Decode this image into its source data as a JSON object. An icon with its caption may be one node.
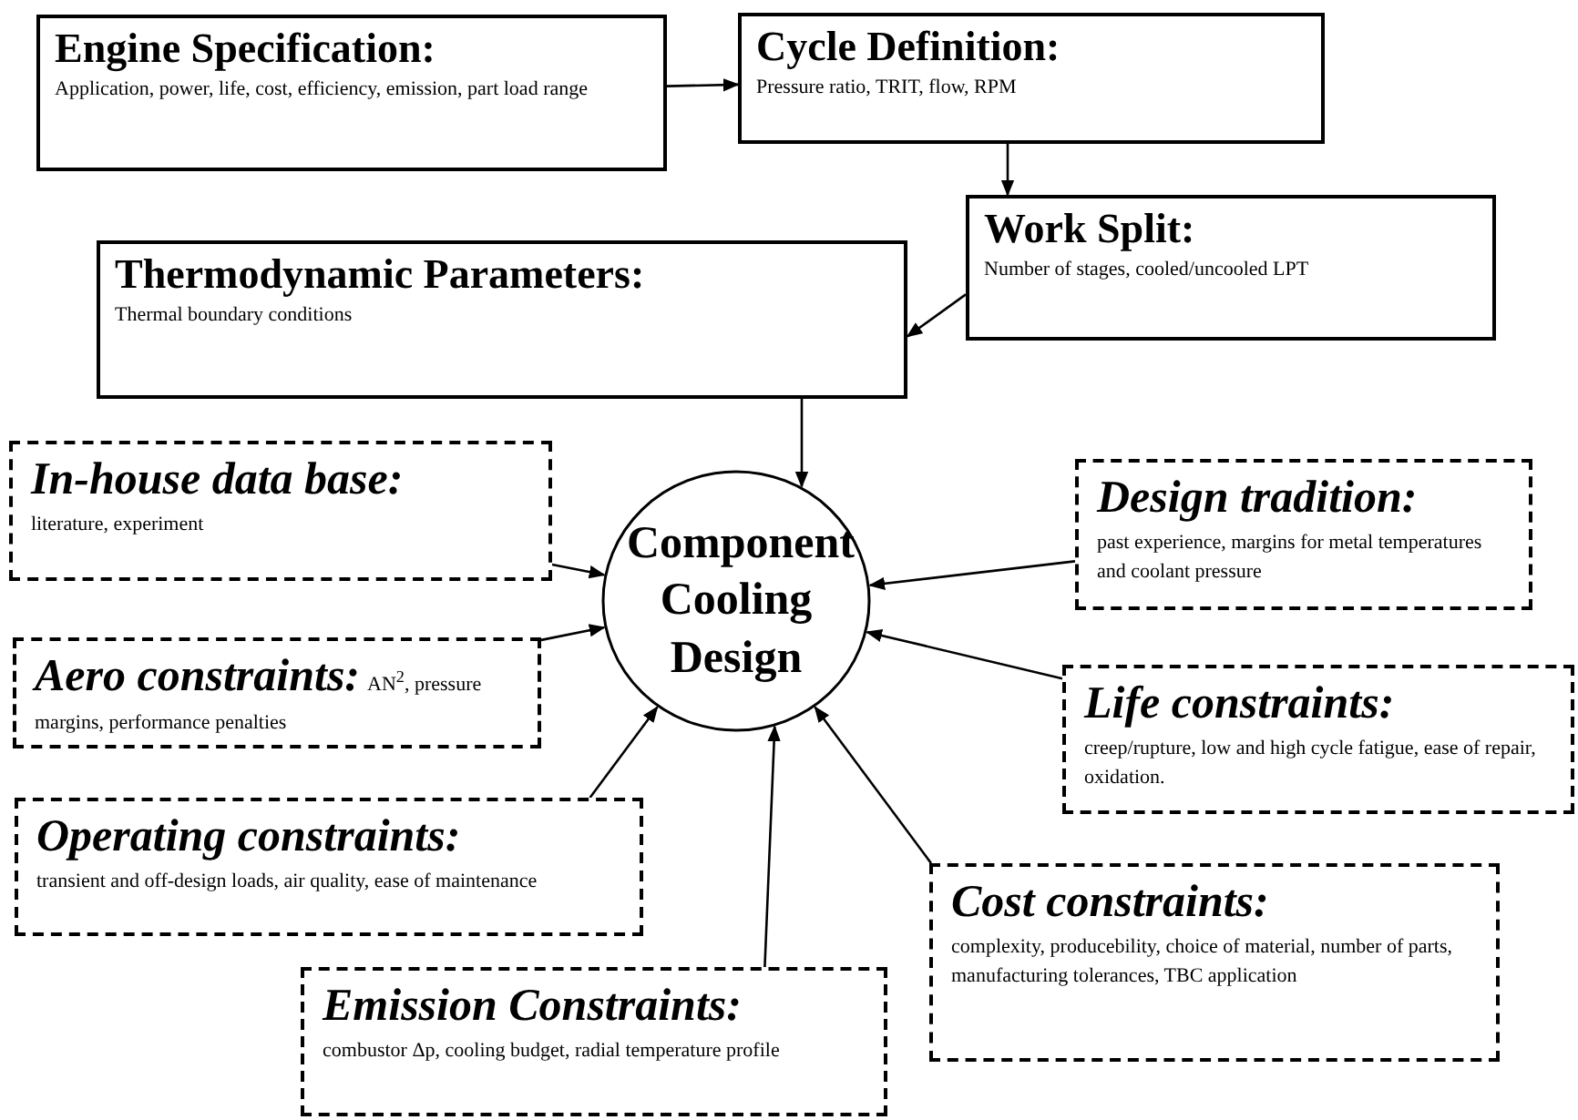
{
  "diagram": {
    "nodes": [
      {
        "text": [
          "Engine Specification:",
          "Application, power, life, cost, efficiency, emission, part load range"
        ]
      },
      {
        "text": [
          "Cycle Definition:",
          "Pressure ratio, TRIT, flow, RPM"
        ]
      },
      {
        "text": [
          "Work Split:",
          "Number of stages, cooled/uncooled  LPT"
        ]
      },
      {
        "text": [
          "Thermodynamic Parameters:",
          "Thermal boundary conditions"
        ]
      },
      {
        "text": [
          "Component Cooling Design"
        ]
      },
      {
        "text": [
          "In-house data base:",
          "literature, experiment"
        ]
      },
      {
        "text": [
          "Design tradition:",
          "past experience, margins for metal temperatures and coolant pressure"
        ]
      },
      {
        "text": [
          "Aero constraints:",
          "AN$^{2}$, pressure margins, performance penalties"
        ]
      },
      {
        "text": [
          "Life constraints:",
          "creep/rupture, low and high cycle fatigue, ease of repair, oxidation."
        ]
      },
      {
        "text": [
          "Operating constraints:",
          "transient and off-design loads, air quality, ease of maintenance"
        ]
      },
      {
        "text": [
          "Cost constraints:",
          "complexity, producebility, choice of material, number of parts, manufacturing tolerances, TBC application"
        ]
      },
      {
        "text": [
          "Emission Constraints:",
          "combustor Δp, cooling budget, radial temperature profile"
        ]
      }
    ],
    "edges": [
      {
        "from": 0,
        "to": 1,
        "arrow": "to"
      },
      {
        "from": 1,
        "to": 2,
        "arrow": "to"
      },
      {
        "from": 2,
        "to": 3,
        "arrow": "to"
      },
      {
        "from": 3,
        "to": 4,
        "arrow": "to"
      },
      {
        "from": 5,
        "to": 4,
        "arrow": "to"
      },
      {
        "from": 6,
        "to": 4,
        "arrow": "to"
      },
      {
        "from": 7,
        "to": 4,
        "arrow": "to"
      },
      {
        "from": 8,
        "to": 4,
        "arrow": "to"
      },
      {
        "from": 9,
        "to": 4,
        "arrow": "to"
      },
      {
        "from": 10,
        "to": 4,
        "arrow": "to"
      },
      {
        "from": 11,
        "to": 4,
        "arrow": "to"
      }
    ]
  }
}
